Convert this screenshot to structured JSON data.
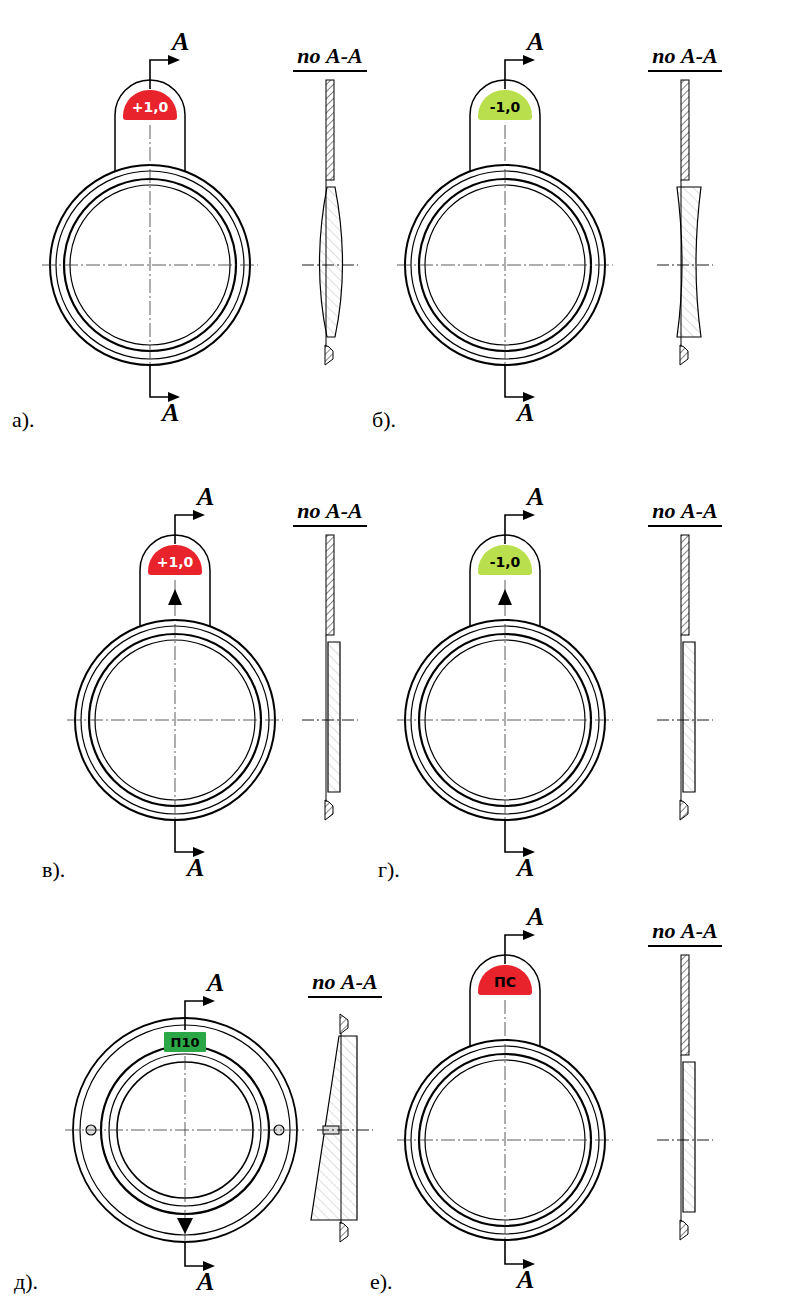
{
  "diagram": {
    "nodes": [
      {
        "text": [
          "+1,0"
        ]
      },
      {
        "text": [
          "-1,0"
        ]
      },
      {
        "text": [
          "+1,0"
        ]
      },
      {
        "text": [
          "-1,0"
        ]
      },
      {
        "text": [
          "П10"
        ]
      },
      {
        "text": [
          "ПС"
        ]
      }
    ],
    "labels": [
      "А",
      "по А-А",
      "А",
      "а).",
      "А",
      "по А-А",
      "А",
      "б).",
      "А",
      "по А-А",
      "А",
      "в).",
      "А",
      "по А-А",
      "А",
      "г).",
      "А",
      "по А-А",
      "А",
      "д).",
      "А",
      "по А-А",
      "А",
      "е)."
    ]
  }
}
